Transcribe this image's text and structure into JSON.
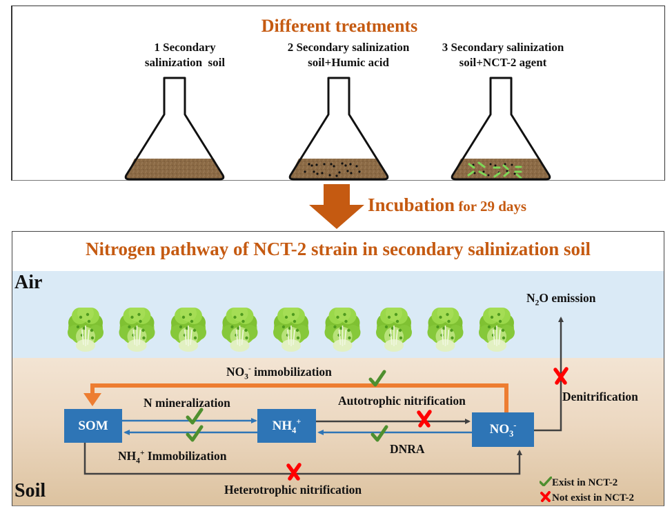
{
  "top_panel": {
    "title": "Different treatments",
    "treatments": [
      {
        "line1": "1 Secondary",
        "line2": "salinization  soil",
        "fill": "plain soil"
      },
      {
        "line1": "2 Secondary salinization",
        "line2": "soil+Humic acid",
        "fill": "soil with black humic particles"
      },
      {
        "line1": "3 Secondary salinization",
        "line2": "soil+NCT-2 agent",
        "fill": "soil with black particles and green rod-shaped bacteria"
      }
    ]
  },
  "transition": {
    "arrow_icon": "down-arrow-icon",
    "label_bold": "Incubation",
    "label_rest": " for 29 days"
  },
  "bottom_panel": {
    "title": "Nitrogen pathway of NCT-2 strain in secondary salinization soil",
    "zones": {
      "air": "Air",
      "soil": "Soil"
    },
    "plant_count": 9,
    "nodes": {
      "som": {
        "text": "SOM"
      },
      "nh4": {
        "base": "NH",
        "sub": "4",
        "sup": "+"
      },
      "no3": {
        "base": "NO",
        "sub": "3",
        "sup": "-"
      }
    },
    "pathways": [
      {
        "id": "no3-immobilization",
        "label_base": "NO",
        "label_sub": "3",
        "label_sup": "-",
        "label_rest": " immobilization",
        "status": "exist"
      },
      {
        "id": "n-mineralization",
        "label": "N mineralization",
        "status": "exist"
      },
      {
        "id": "nh4-immobilization",
        "label_base": "NH",
        "label_sub": "4",
        "label_sup": "+",
        "label_rest": " Immobilization",
        "status": "exist"
      },
      {
        "id": "autotrophic-nitrification",
        "label": "Autotrophic nitrification",
        "status": "not-exist"
      },
      {
        "id": "dnra",
        "label": "DNRA",
        "status": "exist"
      },
      {
        "id": "heterotrophic-nitrification",
        "label": "Heterotrophic nitrification",
        "status": "not-exist"
      },
      {
        "id": "denitrification",
        "label": "Denitrification",
        "status": "not-exist"
      }
    ],
    "emission": {
      "base": "N",
      "sub": "2",
      "rest": "O emission"
    },
    "legend": [
      {
        "icon": "check-icon",
        "label": "Exist in NCT-2"
      },
      {
        "icon": "cross-icon",
        "label": "Not exist in NCT-2"
      }
    ]
  },
  "colors": {
    "title_orange": "#c55a11",
    "node_blue": "#2e75b6",
    "arrow_blue": "#2e75b6",
    "immobilization_orange": "#ed7d31",
    "line_dark": "#404040",
    "check_green": "#4e8f2f",
    "cross_red": "#ff0000",
    "sky": "#daeaf6"
  }
}
